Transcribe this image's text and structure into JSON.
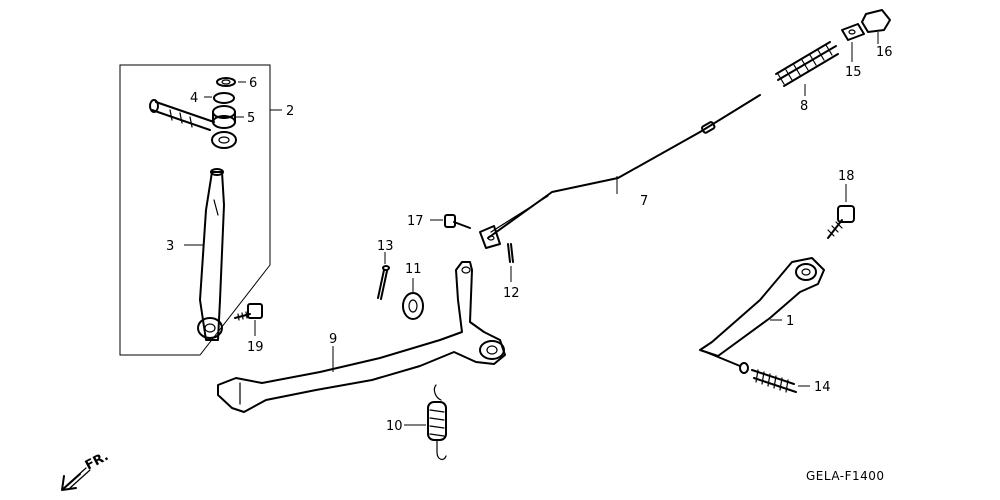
{
  "diagram": {
    "direction_label": "FR.",
    "drawing_code": "GELA-F1400",
    "callouts": {
      "c1": "1",
      "c2": "2",
      "c3": "3",
      "c4": "4",
      "c5": "5",
      "c6": "6",
      "c7": "7",
      "c8": "8",
      "c9": "9",
      "c10": "10",
      "c11": "11",
      "c12": "12",
      "c13": "13",
      "c14": "14",
      "c15": "15",
      "c16": "16",
      "c17": "17",
      "c18": "18",
      "c19": "19"
    }
  }
}
